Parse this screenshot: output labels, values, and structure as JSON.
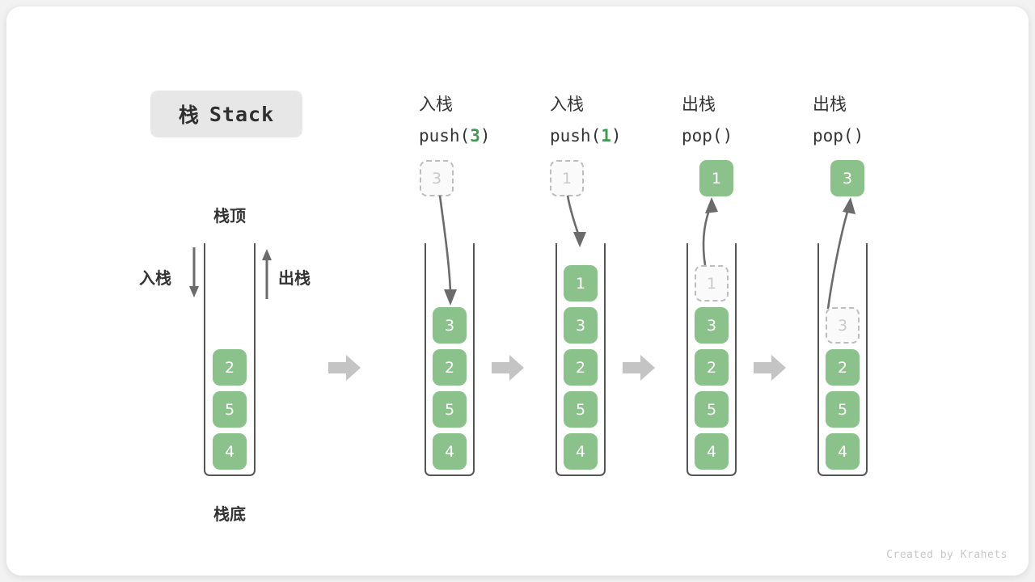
{
  "title": {
    "cn": "栈",
    "en": "Stack"
  },
  "labels": {
    "top": "栈顶",
    "bottom": "栈底",
    "push": "入栈",
    "pop": "出栈"
  },
  "colors": {
    "cell_fill": "#8bc28b",
    "cell_text": "#ffffff",
    "ghost_border": "#bdbdbd",
    "ghost_text": "#c9c9c9",
    "container_border": "#555555",
    "accent_green": "#3f9a50",
    "block_arrow": "#c4c4c4",
    "chip_bg": "#e7e7e7"
  },
  "steps": [
    {
      "id": "initial",
      "heading_cn": "",
      "heading_code": "",
      "heading_arg": "",
      "cells": [
        "2",
        "5",
        "4"
      ],
      "ghost_top": null,
      "floating": null
    },
    {
      "id": "push-3",
      "heading_cn": "入栈",
      "heading_code_prefix": "push(",
      "heading_arg": "3",
      "heading_code_suffix": ")",
      "cells": [
        "3",
        "2",
        "5",
        "4"
      ],
      "ghost_top": null,
      "floating": {
        "value": "3",
        "kind": "ghost"
      }
    },
    {
      "id": "push-1",
      "heading_cn": "入栈",
      "heading_code_prefix": "push(",
      "heading_arg": "1",
      "heading_code_suffix": ")",
      "cells": [
        "1",
        "3",
        "2",
        "5",
        "4"
      ],
      "ghost_top": null,
      "floating": {
        "value": "1",
        "kind": "ghost"
      }
    },
    {
      "id": "pop-1",
      "heading_cn": "出栈",
      "heading_code_prefix": "pop(",
      "heading_arg": "",
      "heading_code_suffix": ")",
      "cells": [
        "3",
        "2",
        "5",
        "4"
      ],
      "ghost_top": "1",
      "floating": {
        "value": "1",
        "kind": "filled"
      }
    },
    {
      "id": "pop-3",
      "heading_cn": "出栈",
      "heading_code_prefix": "pop(",
      "heading_arg": "",
      "heading_code_suffix": ")",
      "cells": [
        "2",
        "5",
        "4"
      ],
      "ghost_top": "3",
      "floating": {
        "value": "3",
        "kind": "filled"
      }
    }
  ],
  "footer": "Created by Krahets"
}
